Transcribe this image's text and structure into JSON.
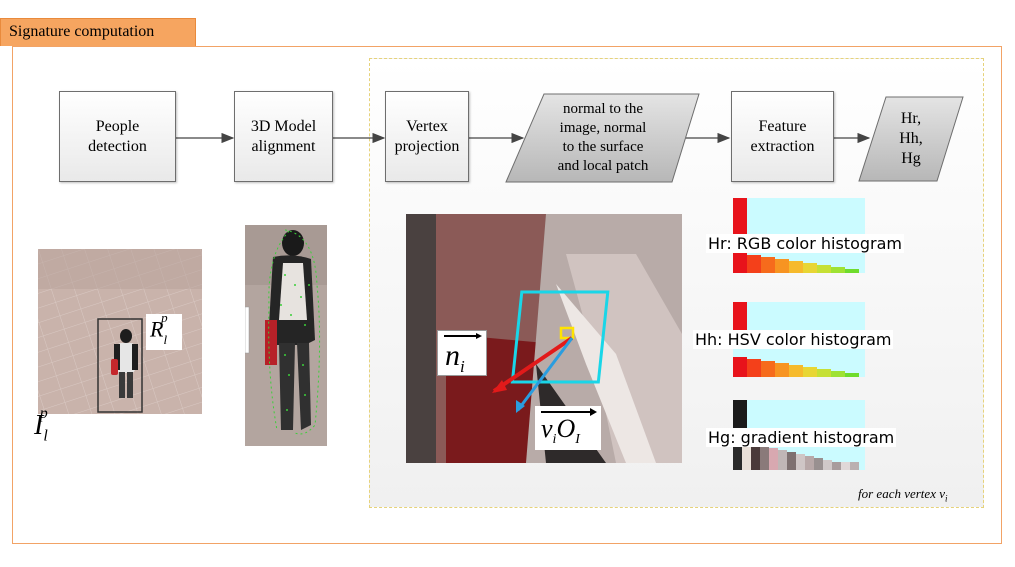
{
  "title_tab": "Signature computation",
  "flow": {
    "people_detection": "People\ndetection",
    "model_alignment": "3D Model\nalignment",
    "vertex_projection": "Vertex\nprojection",
    "normal_data": "normal to the\nimage, normal\nto the surface\nand local patch",
    "feature_extraction": "Feature\nextraction",
    "histograms_out": "Hr,\nHh,\nHg"
  },
  "labels": {
    "region": "R",
    "region_sub": "l",
    "region_sup": "p",
    "image": "I",
    "image_sub": "l",
    "image_sup": "p",
    "normal_vec": "n",
    "normal_vec_sub": "i",
    "view_vec_v": "v",
    "view_vec_v_sub": "i",
    "view_vec_o": "O",
    "view_vec_o_sub": "I"
  },
  "histograms": [
    {
      "label": "Hr: RGB color histogram",
      "top_colors": [
        "#e8131b"
      ],
      "bottom_colors": [
        "#e8131b",
        "#f4401a",
        "#f66b1c",
        "#f79422",
        "#f6ba2c",
        "#e8d634",
        "#c6e035",
        "#9fe233",
        "#6fdc2c"
      ]
    },
    {
      "label": "Hh: HSV color histogram",
      "top_colors": [
        "#e8131b"
      ],
      "bottom_colors": [
        "#e8131b",
        "#f4401a",
        "#f66b1c",
        "#f79422",
        "#f6ba2c",
        "#e8d634",
        "#c6e035",
        "#9fe233",
        "#6fdc2c"
      ]
    },
    {
      "label": "Hg: gradient histogram",
      "top_colors": [
        "#1a1a1a"
      ],
      "bottom_colors": [
        "#2a2a2a",
        "#e9e0d8",
        "#4a3a3a",
        "#8a7a7a",
        "#d8a8b0",
        "#c0b6b6",
        "#7e7070",
        "#cfc6c6",
        "#b8a8a8",
        "#999090",
        "#d0c8c8",
        "#a89c9c",
        "#e0d8d8",
        "#bab0b0"
      ]
    }
  ],
  "caption": "for each vertex v",
  "caption_sub": "i"
}
